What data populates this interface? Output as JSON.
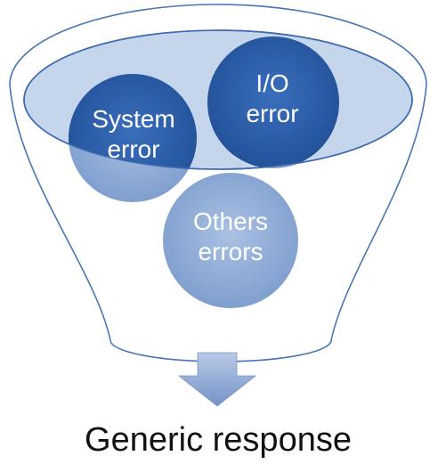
{
  "diagram": {
    "balls": [
      {
        "id": "system-error",
        "lines": [
          "System",
          "error"
        ]
      },
      {
        "id": "io-error",
        "lines": [
          "I/O",
          "error"
        ]
      },
      {
        "id": "others-errors",
        "lines": [
          "Others",
          "errors"
        ]
      }
    ],
    "caption": "Generic response"
  },
  "colors": {
    "funnel_stroke": "#4a76b5",
    "rim_fill": "#c4d5ec",
    "ball_dark": "#2e62ae",
    "ball_light": "#97b3d9",
    "arrow_fill": "#8aa5d3"
  }
}
